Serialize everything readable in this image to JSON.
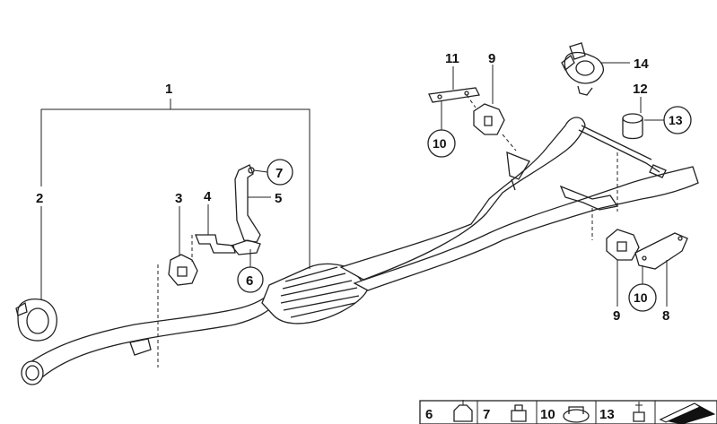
{
  "callouts": {
    "c1": "1",
    "c2": "2",
    "c3": "3",
    "c4": "4",
    "c5": "5",
    "c6": "6",
    "c7": "7",
    "c8": "8",
    "c9_top": "9",
    "c9_bottom": "9",
    "c10_top": "10",
    "c10_bottom": "10",
    "c11": "11",
    "c12": "12",
    "c13": "13",
    "c14": "14"
  },
  "legend": {
    "item6": "6",
    "item7": "7",
    "item10": "10",
    "item13": "13"
  }
}
